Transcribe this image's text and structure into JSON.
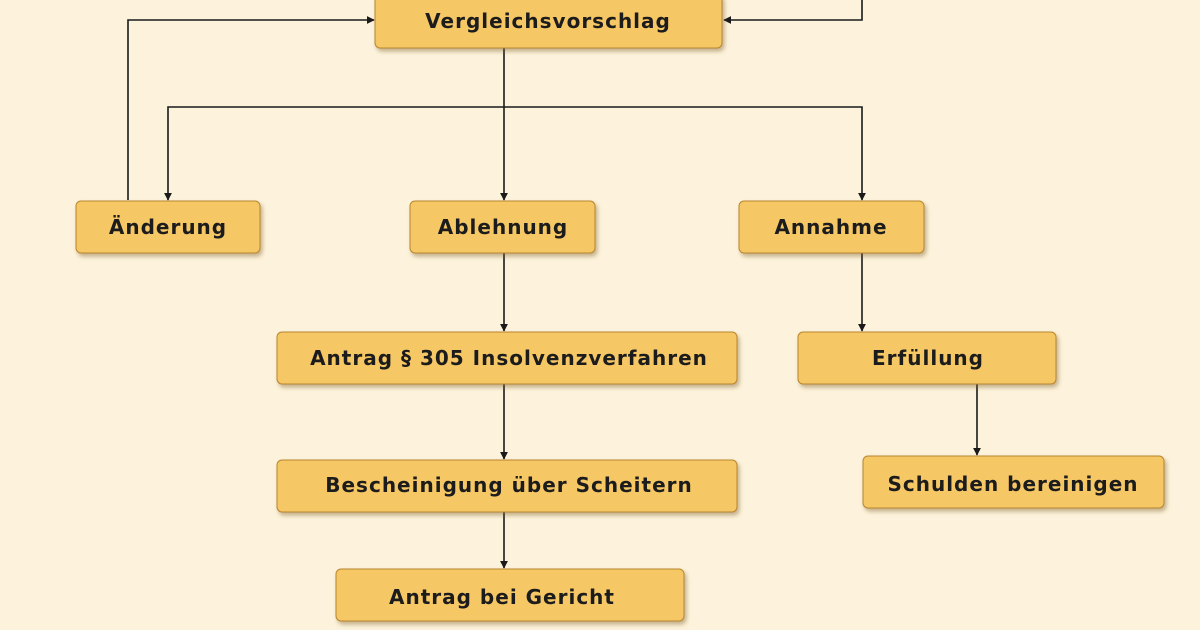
{
  "nodes": {
    "vergleichsvorschlag": "Vergleichsvorschlag",
    "aenderung": "Änderung",
    "ablehnung": "Ablehnung",
    "annahme": "Annahme",
    "antrag_305": "Antrag § 305 Insolvenzverfahren",
    "erfuellung": "Erfüllung",
    "bescheinigung": "Bescheinigung über Scheitern",
    "schulden": "Schulden bereinigen",
    "antrag_gericht": "Antrag bei Gericht"
  },
  "colors": {
    "background": "#fdf3dc",
    "box_fill": "#f6c765",
    "box_border": "#b8862e",
    "line": "#1a1a1a"
  }
}
